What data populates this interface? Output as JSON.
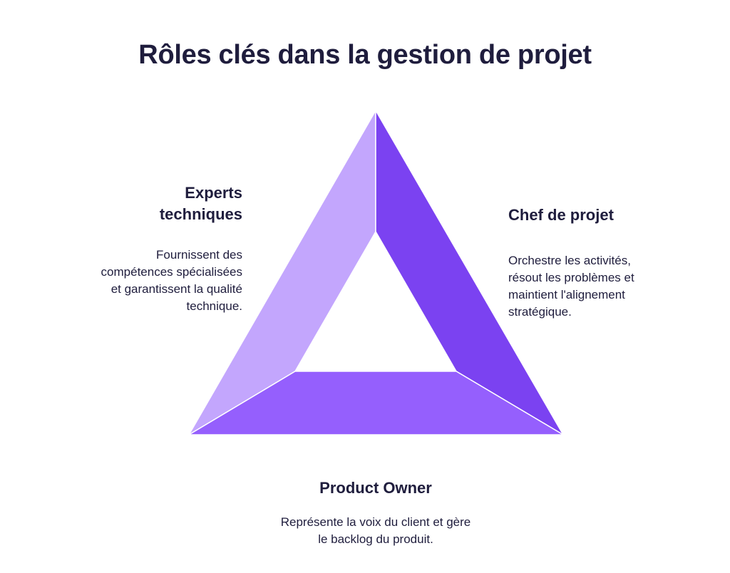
{
  "title": "Rôles clés dans la gestion de projet",
  "roles": {
    "experts": {
      "heading_line1": "Experts",
      "heading_line2": "techniques",
      "description": [
        "Fournissent des",
        "compétences spécialisées",
        "et garantissent la qualité",
        "technique."
      ],
      "color": "#c3a6fd"
    },
    "chef": {
      "heading": "Chef de projet",
      "description": [
        "Orchestre les activités,",
        "résout les problèmes et",
        "maintient l'alignement",
        "stratégique."
      ],
      "color": "#7b42f1"
    },
    "po": {
      "heading": "Product Owner",
      "description": [
        "Représente la voix du client et gère",
        "le backlog du produit."
      ],
      "color": "#955ffd"
    }
  }
}
